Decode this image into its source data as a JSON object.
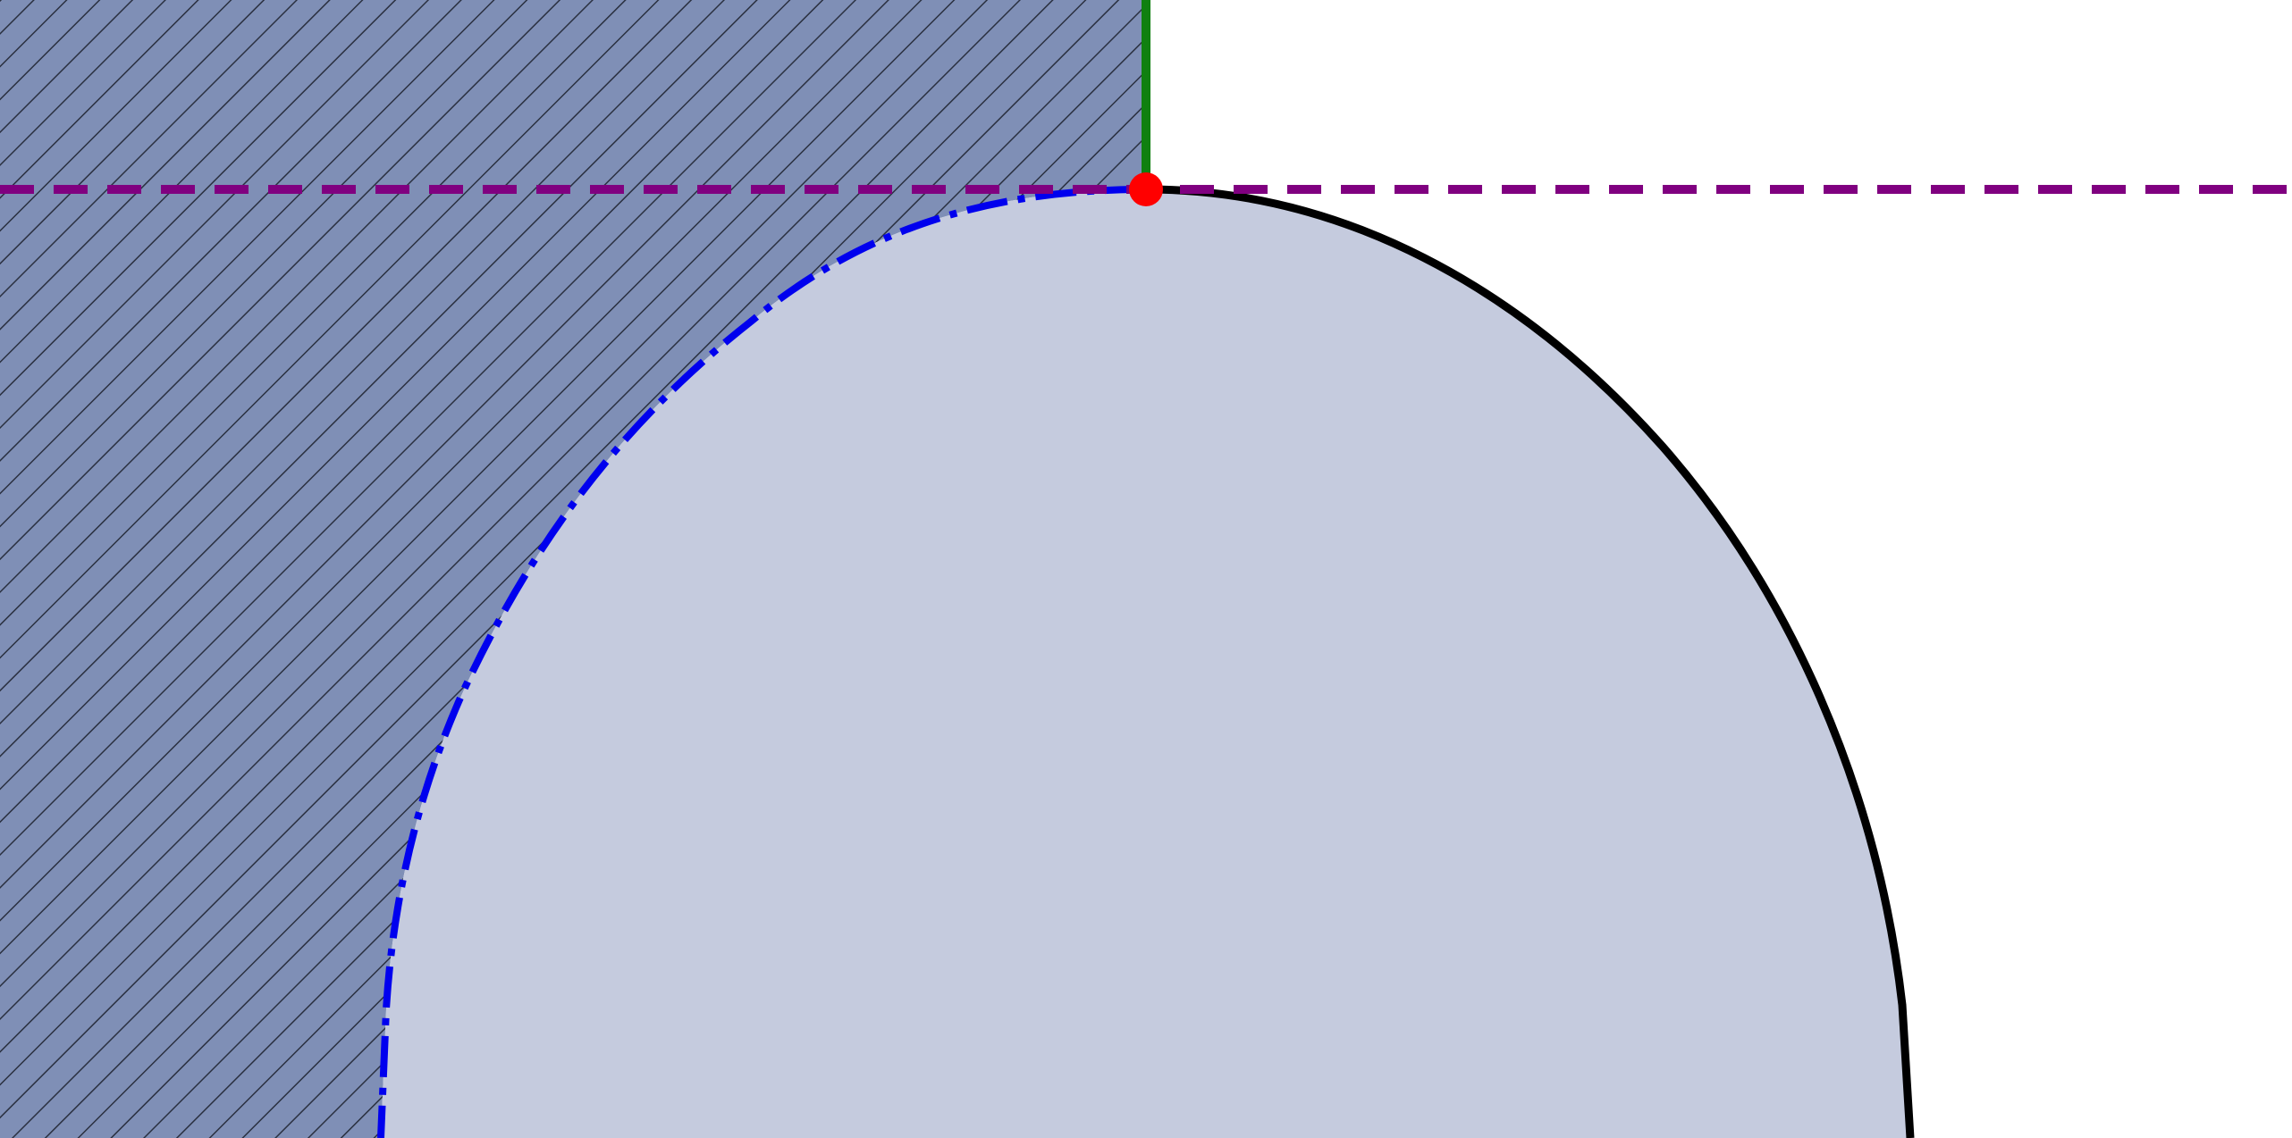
{
  "colors": {
    "background": "#ffffff",
    "hatched_region_fill": "#7f8fb6",
    "hatch_lines": "#2a3040",
    "curve_interior_fill": "#c5cbde",
    "outer_curve": "#000000",
    "inner_dashdot_curve": "#0000ee",
    "horizontal_dashed_line": "#800080",
    "vertical_line": "#108010",
    "marked_point": "#ff0000"
  },
  "elements": {
    "hatched_region": "diagonal-hatch",
    "outer_curve_style": "solid",
    "inner_curve_style": "dash-dot",
    "horizontal_line_style": "dashed",
    "vertical_line_style": "solid",
    "point_marker": "filled-circle"
  }
}
